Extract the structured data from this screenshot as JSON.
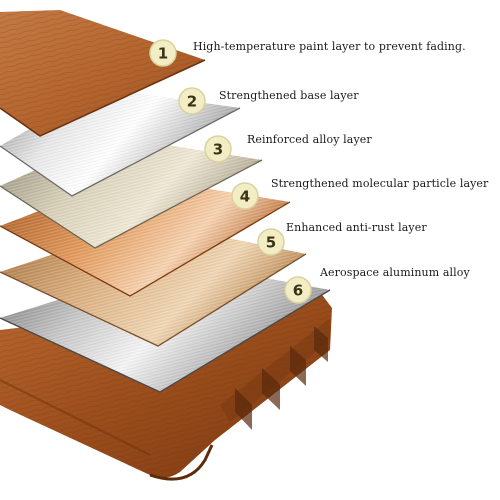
{
  "layers": [
    {
      "number": "1",
      "label": "High-temperature paint layer to prevent fading."
    },
    {
      "number": "2",
      "label": "Strengthened base layer"
    },
    {
      "number": "3",
      "label": "Reinforced alloy layer"
    },
    {
      "number": "4",
      "label": "Strengthened molecular particle layer"
    },
    {
      "number": "5",
      "label": "Enhanced anti-rust layer"
    },
    {
      "number": "6",
      "label": "Aerospace aluminum alloy"
    }
  ],
  "colors": {
    "badge_fill": "#f2edc4",
    "badge_stroke": "#d9d2a0",
    "wood_dark": "#8a4418",
    "wood_light": "#c9773a"
  }
}
